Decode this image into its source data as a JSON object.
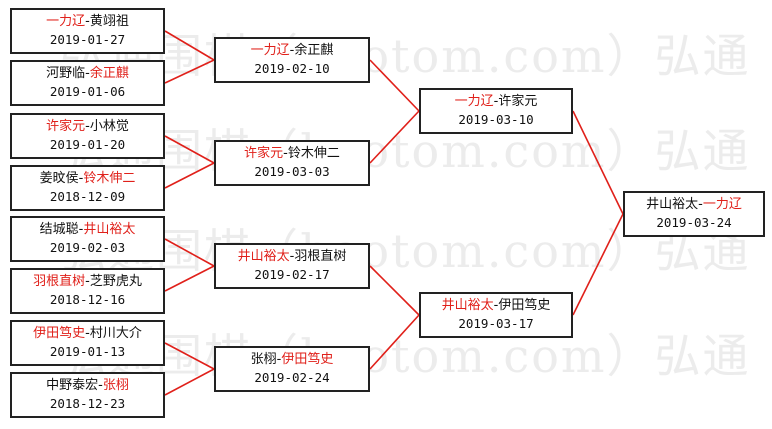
{
  "watermark": {
    "lines": [
      "弘通围棋（hootom.com）弘通",
      "弘通围棋（hootom.com）弘通",
      "弘通围棋（hootom.com）弘通",
      "弘通围棋（hootom.com）弘通"
    ]
  },
  "colors": {
    "winner": "#e0201a",
    "line": "#e0201a",
    "border": "#222222"
  },
  "rounds": [
    {
      "name": "round-1",
      "matches": [
        {
          "p1": "一力辽",
          "p2": "黄翊祖",
          "winner": 1,
          "date": "2019-01-27"
        },
        {
          "p1": "河野临",
          "p2": "余正麒",
          "winner": 2,
          "date": "2019-01-06"
        },
        {
          "p1": "许家元",
          "p2": "小林觉",
          "winner": 1,
          "date": "2019-01-20"
        },
        {
          "p1": "姜旼侯",
          "p2": "铃木伸二",
          "winner": 2,
          "date": "2018-12-09"
        },
        {
          "p1": "结城聪",
          "p2": "井山裕太",
          "winner": 2,
          "date": "2019-02-03"
        },
        {
          "p1": "羽根直树",
          "p2": "芝野虎丸",
          "winner": 1,
          "date": "2018-12-16"
        },
        {
          "p1": "伊田笃史",
          "p2": "村川大介",
          "winner": 1,
          "date": "2019-01-13"
        },
        {
          "p1": "中野泰宏",
          "p2": "张栩",
          "winner": 2,
          "date": "2018-12-23"
        }
      ]
    },
    {
      "name": "round-2",
      "matches": [
        {
          "p1": "一力辽",
          "p2": "余正麒",
          "winner": 1,
          "date": "2019-02-10"
        },
        {
          "p1": "许家元",
          "p2": "铃木伸二",
          "winner": 1,
          "date": "2019-03-03"
        },
        {
          "p1": "井山裕太",
          "p2": "羽根直树",
          "winner": 1,
          "date": "2019-02-17"
        },
        {
          "p1": "张栩",
          "p2": "伊田笃史",
          "winner": 2,
          "date": "2019-02-24"
        }
      ]
    },
    {
      "name": "round-3",
      "matches": [
        {
          "p1": "一力辽",
          "p2": "许家元",
          "winner": 1,
          "date": "2019-03-10"
        },
        {
          "p1": "井山裕太",
          "p2": "伊田笃史",
          "winner": 1,
          "date": "2019-03-17"
        }
      ]
    },
    {
      "name": "final",
      "matches": [
        {
          "p1": "井山裕太",
          "p2": "一力辽",
          "winner": 2,
          "date": "2019-03-24"
        }
      ]
    }
  ]
}
